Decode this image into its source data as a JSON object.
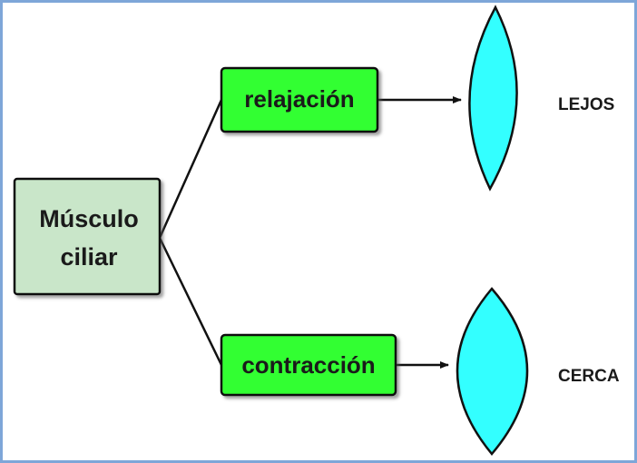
{
  "diagram": {
    "root": {
      "line1": "Músculo",
      "line2": "ciliar",
      "fill": "#c9e6c9"
    },
    "branches": [
      {
        "label": "relajación",
        "result": "LEJOS",
        "lens": "thin"
      },
      {
        "label": "contracción",
        "result": "CERCA",
        "lens": "thick"
      }
    ],
    "colors": {
      "branch_fill": "#33ff33",
      "lens_fill": "#33ffff",
      "frame": "#7ea6d8"
    }
  }
}
